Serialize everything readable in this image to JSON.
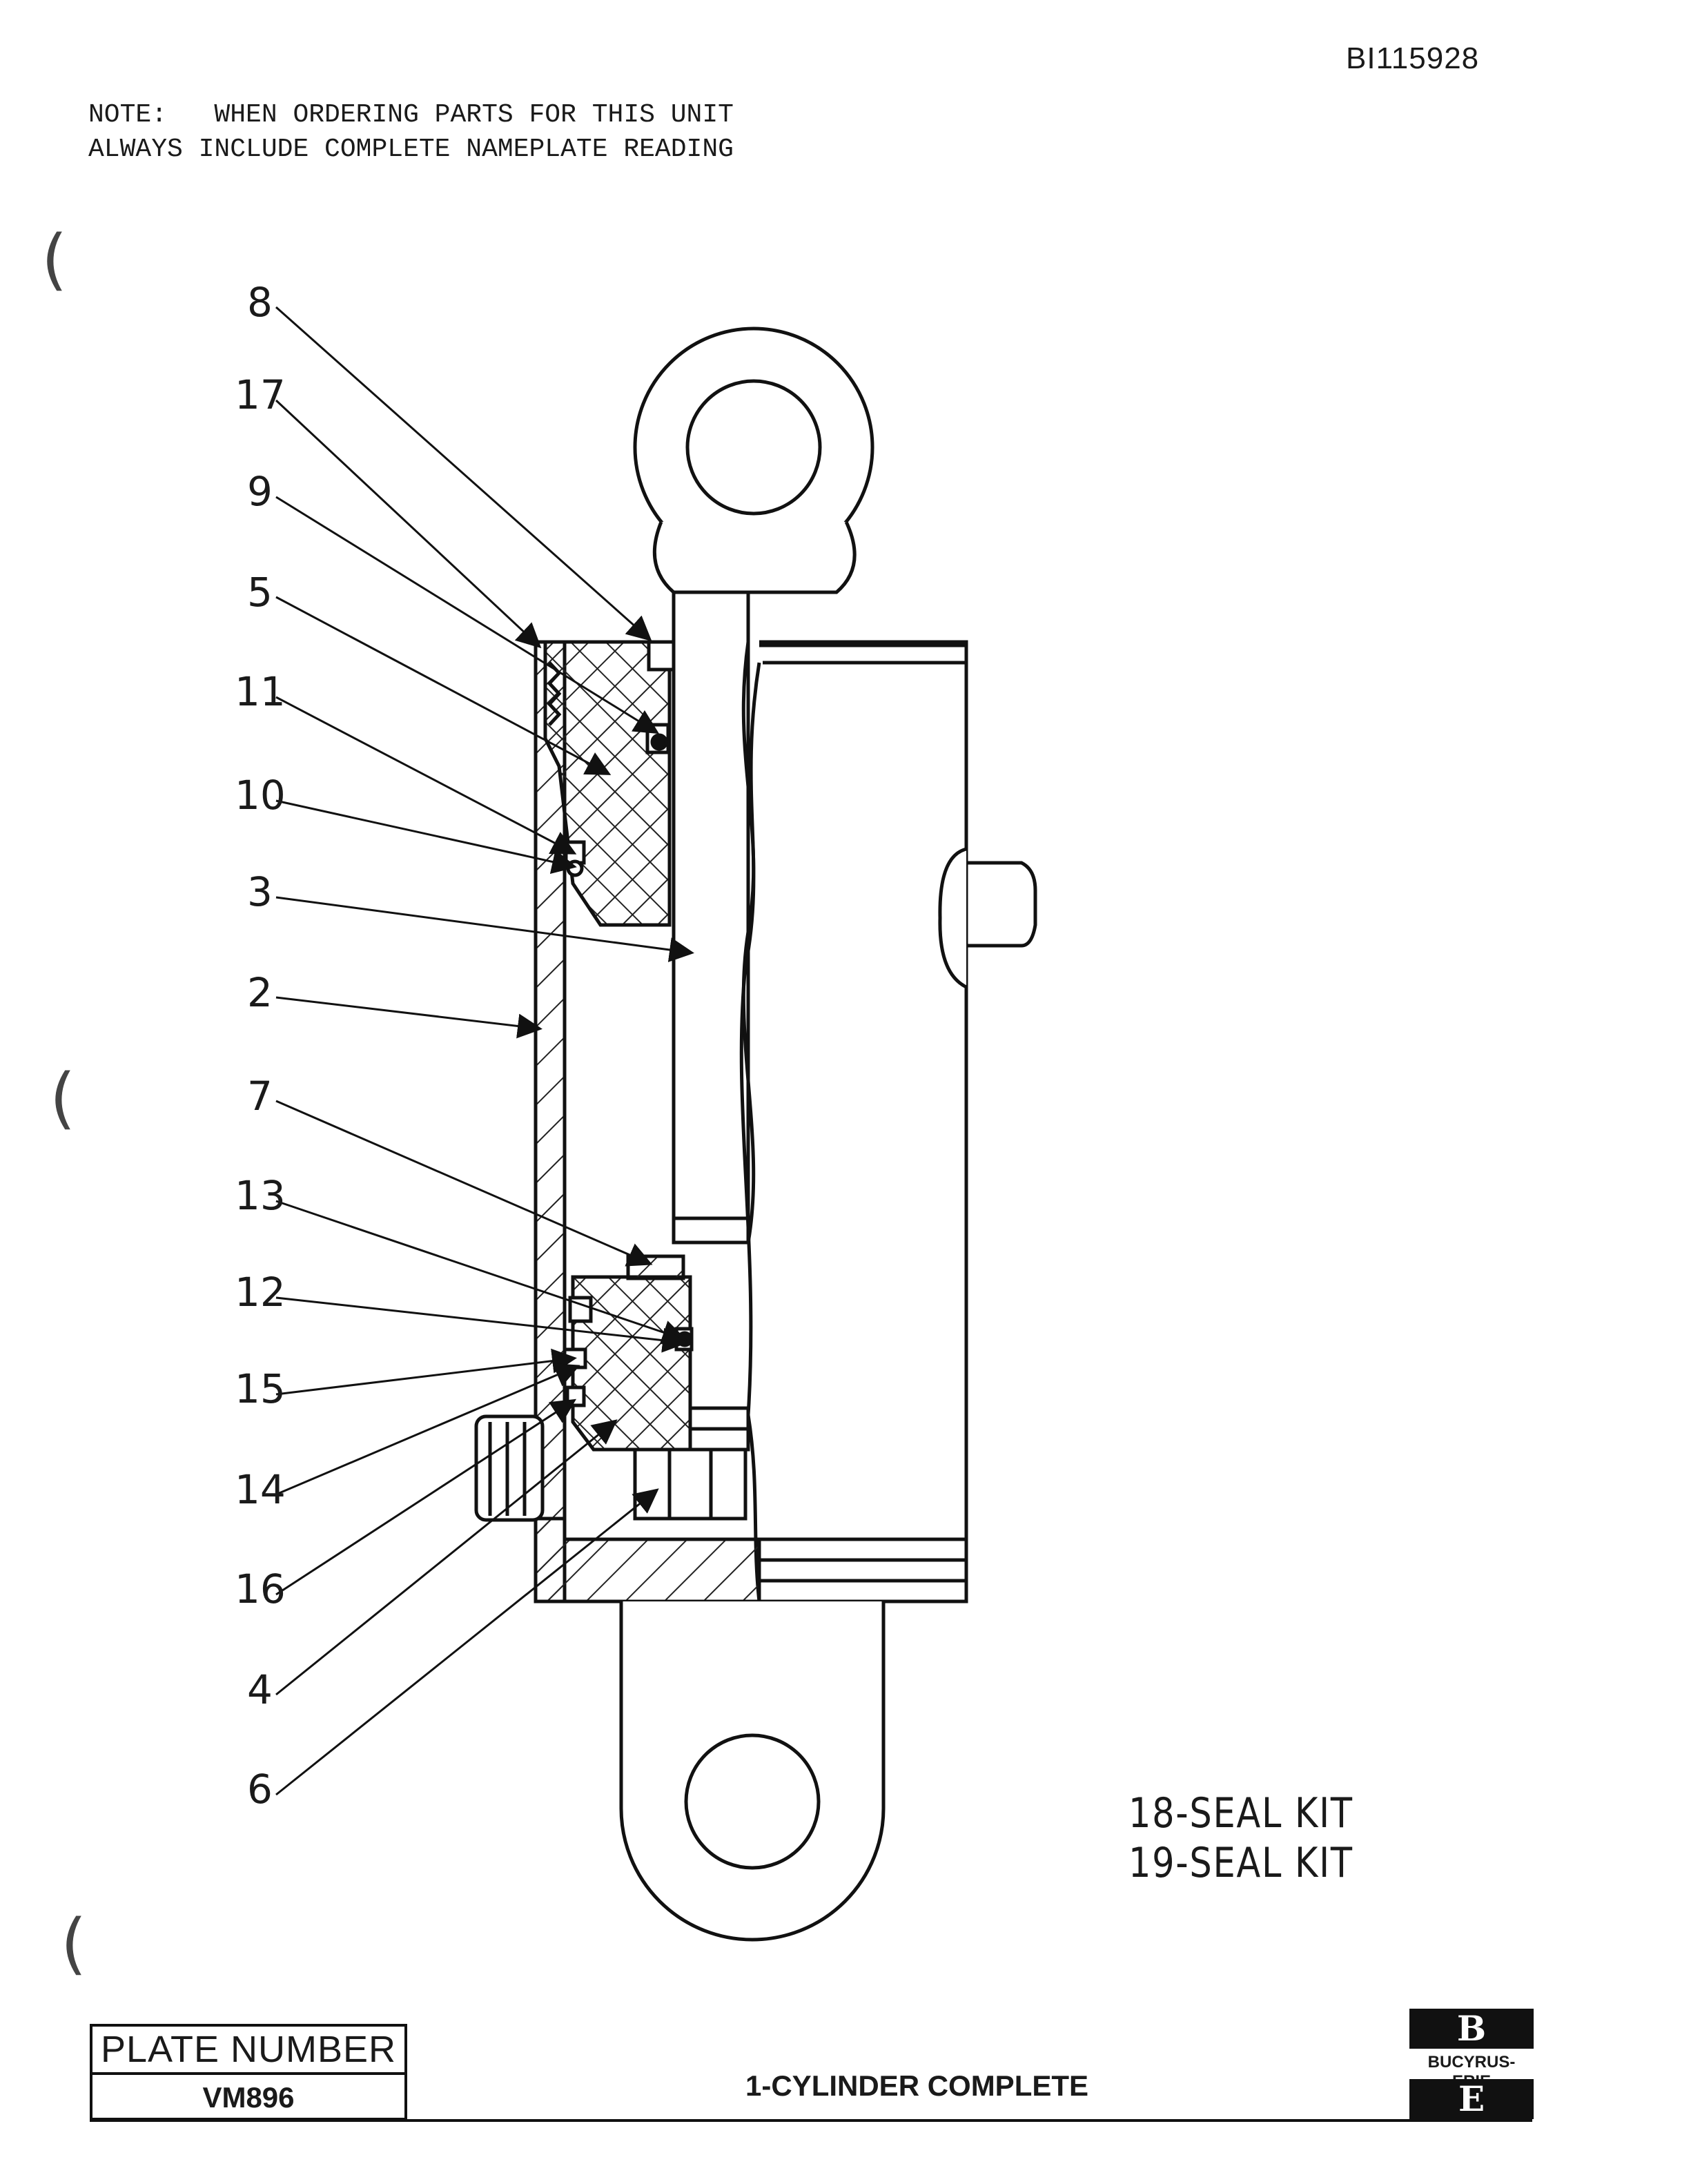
{
  "document": {
    "id": "BI115928",
    "note_lines": [
      "NOTE:   WHEN ORDERING PARTS FOR THIS UNIT",
      "ALWAYS INCLUDE COMPLETE NAMEPLATE READING"
    ]
  },
  "diagram": {
    "callouts": [
      "8",
      "17",
      "9",
      "5",
      "11",
      "10",
      "3",
      "2",
      "7",
      "13",
      "12",
      "15",
      "14",
      "16",
      "4",
      "6"
    ],
    "kits": [
      "18-SEAL KIT",
      "19-SEAL KIT"
    ]
  },
  "title_block": {
    "plate_label": "PLATE NUMBER",
    "plate_number": "VM896",
    "title": "1-CYLINDER COMPLETE",
    "logo_top": "B",
    "logo_text": "BUCYRUS-ERIE",
    "logo_bottom": "E"
  }
}
